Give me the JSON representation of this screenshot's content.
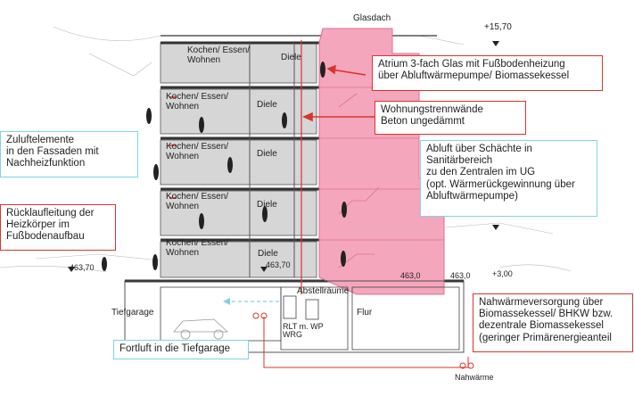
{
  "labels": {
    "glasdach": "Glasdach",
    "elevation_top": "+15,70",
    "kochen_1": "Kochen/ Essen/\nWohnen",
    "kochen_2": "Kochen/ Essen/\nWohnen",
    "kochen_3": "Kochen/ Essen/\nWohnen",
    "kochen_4": "Kochen/ Essen/\nWohnen",
    "kochen_5": "Kochen/ Essen/\nWohnen",
    "diele_1": "Diele",
    "diele_2": "Diele",
    "diele_3": "Diele",
    "diele_4": "Diele",
    "diele_5": "Diele",
    "elev_left": "463,70",
    "elev_mid": "463,70",
    "elev_atrium": "463,0",
    "elev_right": "463,0",
    "elev_right_plus": "+3,00",
    "tiefgarage": "Tiefgarage",
    "abstellraeume": "Abstellräume",
    "rlt": "RLT m. WP\nWRG",
    "flur": "Flur",
    "nahwaerme": "Nahwärme"
  },
  "callouts": {
    "atrium": "Atrium 3-fach Glas mit Fußbodenheizung\nüber Abluftwärmepumpe/ Biomassekessel",
    "wohnungstrenn": "Wohnungstrennwände\nBeton ungedämmt",
    "zuluft": "Zuluftelemente\nin den Fassaden mit\nNachheizfunktion",
    "abluft": "Abluft über Schächte in\nSanitärbereich\nzu den Zentralen im UG\n(opt. Wärmerückgewinnung über\nAbluftwärmepumpe)",
    "ruecklauf": "Rücklaufleitung der\nHeizkörper im\nFußbodenaufbau",
    "nahwaermeversorgung": "Nahwärmeversorgung über\nBiomassekessel/ BHKW bzw.\ndezentrale Biomassekessel\n(geringer Primärenergieanteil",
    "fortluft": "Fortluft in die Tiefgarage"
  },
  "colors": {
    "atrium_fill": "#f4a6bd",
    "atrium_line": "#e0708f",
    "floor_fill": "#d6d6d6",
    "floor_line": "#555555",
    "red": "#d9342b",
    "cyan": "#7fd3e6"
  }
}
